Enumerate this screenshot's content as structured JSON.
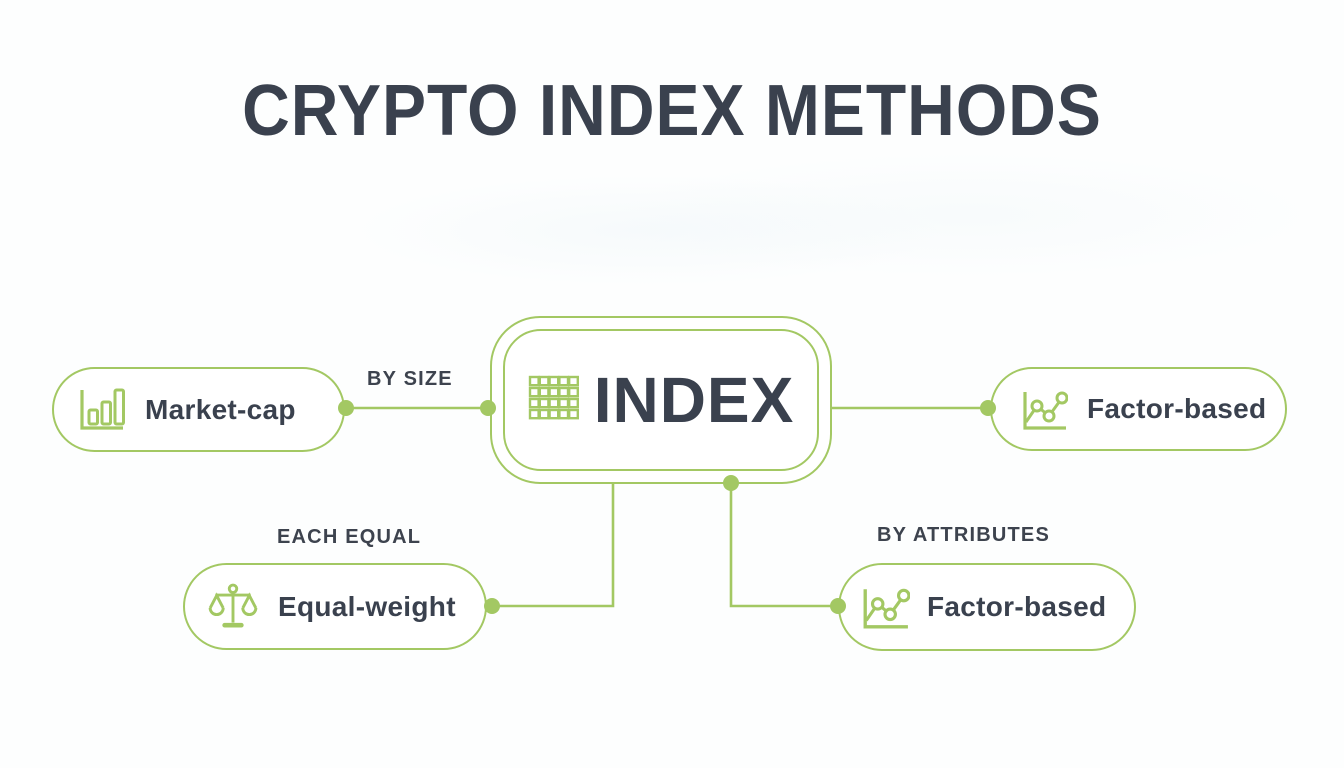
{
  "title": "CRYPTO INDEX METHODS",
  "colors": {
    "accent_green": "#a3c863",
    "text_dark": "#3a414e",
    "node_background": "#ffffff",
    "page_background": "#fdfefe"
  },
  "center_node": {
    "label": "INDEX",
    "icon": "grid-icon"
  },
  "branches": [
    {
      "id": "market-cap",
      "label": "Market-cap",
      "icon": "bar-chart-icon",
      "relation_label": "BY SIZE",
      "position": "left"
    },
    {
      "id": "factor-based-right",
      "label": "Factor-based",
      "icon": "line-chart-icon",
      "position": "right"
    },
    {
      "id": "equal-weight",
      "label": "Equal-weight",
      "icon": "balance-scale-icon",
      "relation_label": "EACH EQUAL",
      "position": "bottom-left"
    },
    {
      "id": "factor-based-bottom",
      "label": "Factor-based",
      "icon": "line-chart-icon",
      "relation_label": "BY ATTRIBUTES",
      "position": "bottom-right"
    }
  ]
}
